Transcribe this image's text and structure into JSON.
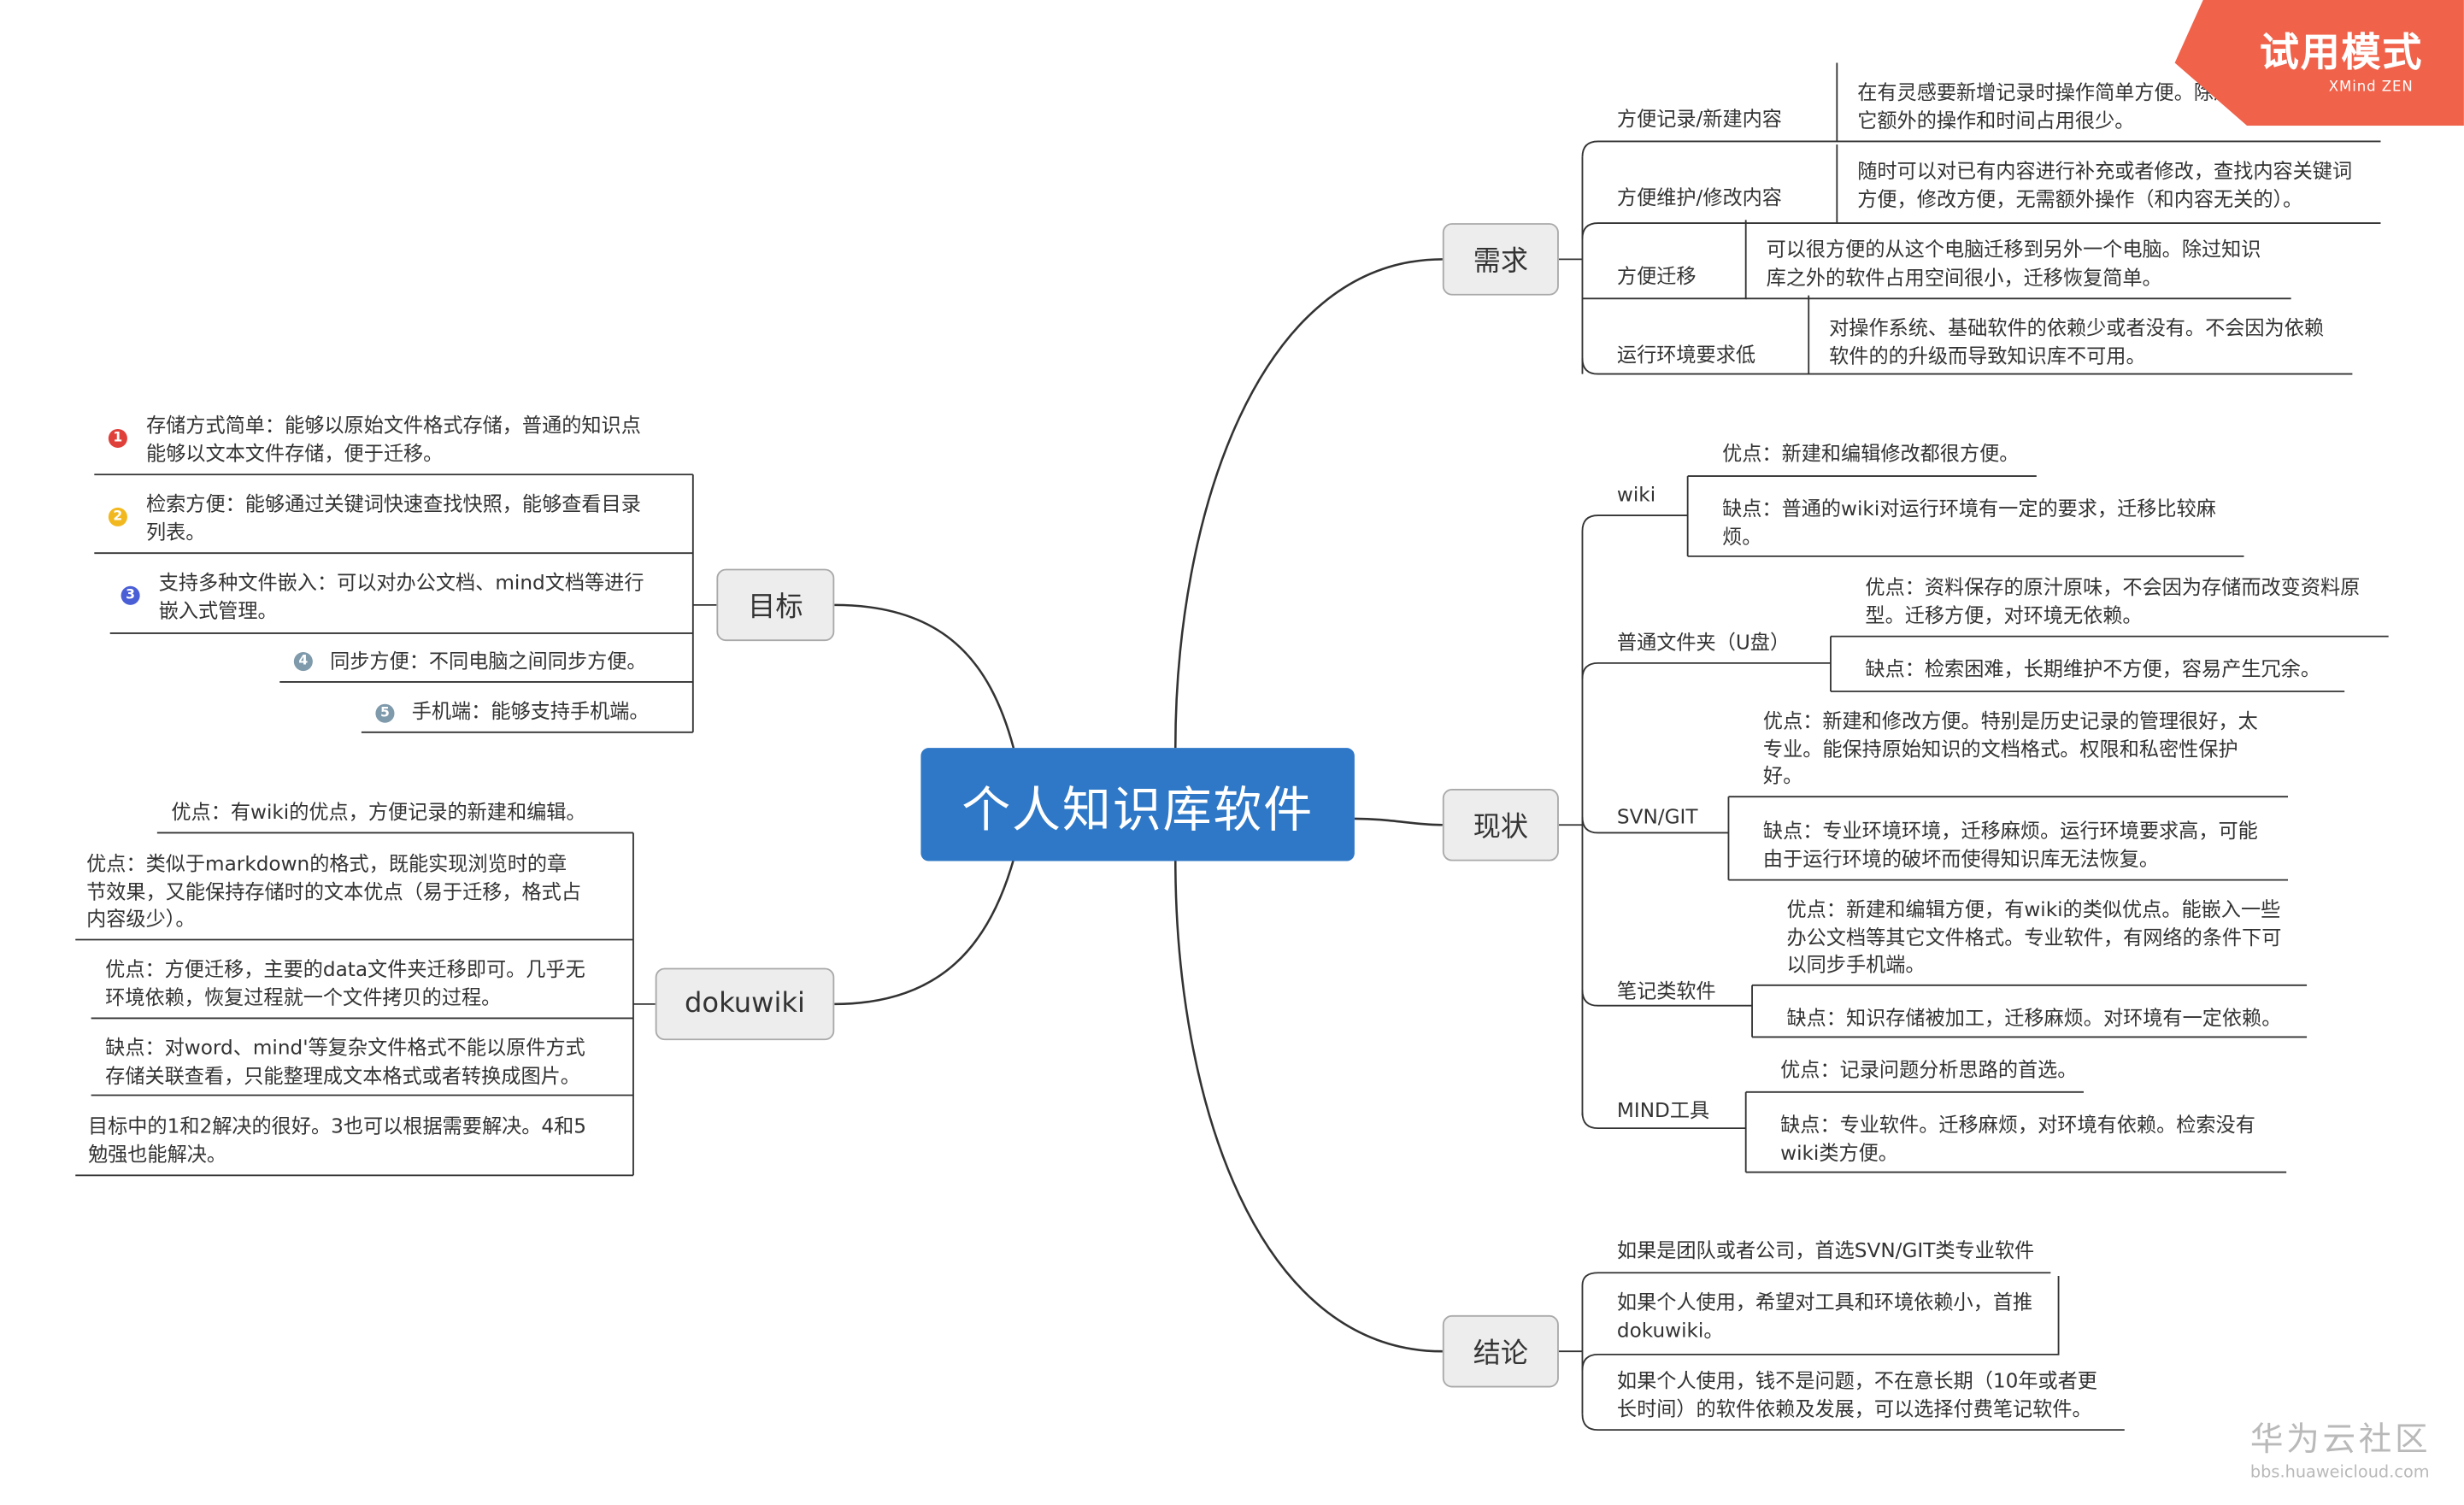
{
  "root": {
    "label": "个人知识库软件",
    "color": "#2e78c7"
  },
  "branches": {
    "xuqiu": {
      "label": "需求",
      "items": [
        {
          "label": "方便记录/新建内容",
          "desc": "在有灵感要新增记录时操作简单方便。除过内容整理，其\n它额外的操作和时间占用很少。"
        },
        {
          "label": "方便维护/修改内容",
          "desc": "随时可以对已有内容进行补充或者修改，查找内容关键词\n方便，修改方便，无需额外操作（和内容无关的）。"
        },
        {
          "label": "方便迁移",
          "desc": "可以很方便的从这个电脑迁移到另外一个电脑。除过知识\n库之外的软件占用空间很小，迁移恢复简单。"
        },
        {
          "label": "运行环境要求低",
          "desc": "对操作系统、基础软件的依赖少或者没有。不会因为依赖\n软件的的升级而导致知识库不可用。"
        }
      ]
    },
    "xianzhuang": {
      "label": "现状",
      "items": [
        {
          "label": "wiki",
          "pro": "优点：新建和编辑修改都很方便。",
          "con": "缺点：普通的wiki对运行环境有一定的要求，迁移比较麻\n烦。"
        },
        {
          "label": "普通文件夹（U盘）",
          "pro": "优点：资料保存的原汁原味，不会因为存储而改变资料原\n型。迁移方便，对环境无依赖。",
          "con": "缺点：检索困难，长期维护不方便，容易产生冗余。"
        },
        {
          "label": "SVN/GIT",
          "pro": "优点：新建和修改方便。特别是历史记录的管理很好，太\n专业。能保持原始知识的文档格式。权限和私密性保护\n好。",
          "con": "缺点：专业环境环境，迁移麻烦。运行环境要求高，可能\n由于运行环境的破坏而使得知识库无法恢复。"
        },
        {
          "label": "笔记类软件",
          "pro": "优点：新建和编辑方便，有wiki的类似优点。能嵌入一些\n办公文档等其它文件格式。专业软件，有网络的条件下可\n以同步手机端。",
          "con": "缺点：知识存储被加工，迁移麻烦。对环境有一定依赖。"
        },
        {
          "label": "MIND工具",
          "pro": "优点：记录问题分析思路的首选。",
          "con": "缺点：专业软件。迁移麻烦，对环境有依赖。检索没有\nwiki类方便。"
        }
      ]
    },
    "jielun": {
      "label": "结论",
      "items": [
        {
          "desc": "如果是团队或者公司，首选SVN/GIT类专业软件"
        },
        {
          "desc": "如果个人使用，希望对工具和环境依赖小，首推\ndokuwiki。"
        },
        {
          "desc": "如果个人使用，钱不是问题，不在意长期（10年或者更\n长时间）的软件依赖及发展，可以选择付费笔记软件。"
        }
      ]
    },
    "mubiao": {
      "label": "目标",
      "items": [
        {
          "marker": "1",
          "color": "#e0403a",
          "desc": "存储方式简单：能够以原始文件格式存储，普通的知识点\n能够以文本文件存储，便于迁移。"
        },
        {
          "marker": "2",
          "color": "#f2b81f",
          "desc": "检索方便：能够通过关键词快速查找快照，能够查看目录\n列表。"
        },
        {
          "marker": "3",
          "color": "#4a5fd6",
          "desc": "支持多种文件嵌入：可以对办公文档、mind文档等进行\n嵌入式管理。"
        },
        {
          "marker": "4",
          "color": "#7f9aab",
          "desc": "同步方便：不同电脑之间同步方便。"
        },
        {
          "marker": "5",
          "color": "#7f9aab",
          "desc": "手机端：能够支持手机端。"
        }
      ]
    },
    "dokuwiki": {
      "label": "dokuwiki",
      "items": [
        {
          "desc": "优点：有wiki的优点，方便记录的新建和编辑。"
        },
        {
          "desc": "优点：类似于markdown的格式，既能实现浏览时的章\n节效果，又能保持存储时的文本优点（易于迁移，格式占\n内容级少）。"
        },
        {
          "desc": "优点：方便迁移，主要的data文件夹迁移即可。几乎无\n环境依赖，恢复过程就一个文件拷贝的过程。"
        },
        {
          "desc": "缺点：对word、mind'等复杂文件格式不能以原件方式\n存储关联查看，只能整理成文本格式或者转换成图片。"
        },
        {
          "desc": "目标中的1和2解决的很好。3也可以根据需要解决。4和5\n勉强也能解决。"
        }
      ]
    }
  },
  "trial_badge": {
    "label": "试用模式",
    "sub": "XMind ZEN",
    "color": "#f0624a"
  },
  "watermark": {
    "title": "华为云社区",
    "url": "bbs.huaweicloud.com"
  }
}
